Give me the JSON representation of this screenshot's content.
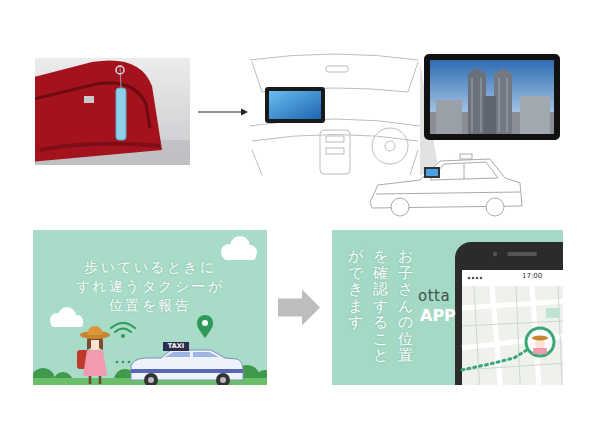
{
  "diagram": {
    "nodes": [
      {
        "text": [
          "歩いているときに すれ違うタクシーが 位置を報告"
        ]
      },
      {
        "text": [
          "お子さんの位置を確認することができます"
        ]
      }
    ],
    "edges": [
      {
        "from": 0,
        "to": 1,
        "arrow": "to"
      }
    ],
    "labels": [
      "TAXI",
      "otta",
      "APP",
      "17:00"
    ]
  }
}
